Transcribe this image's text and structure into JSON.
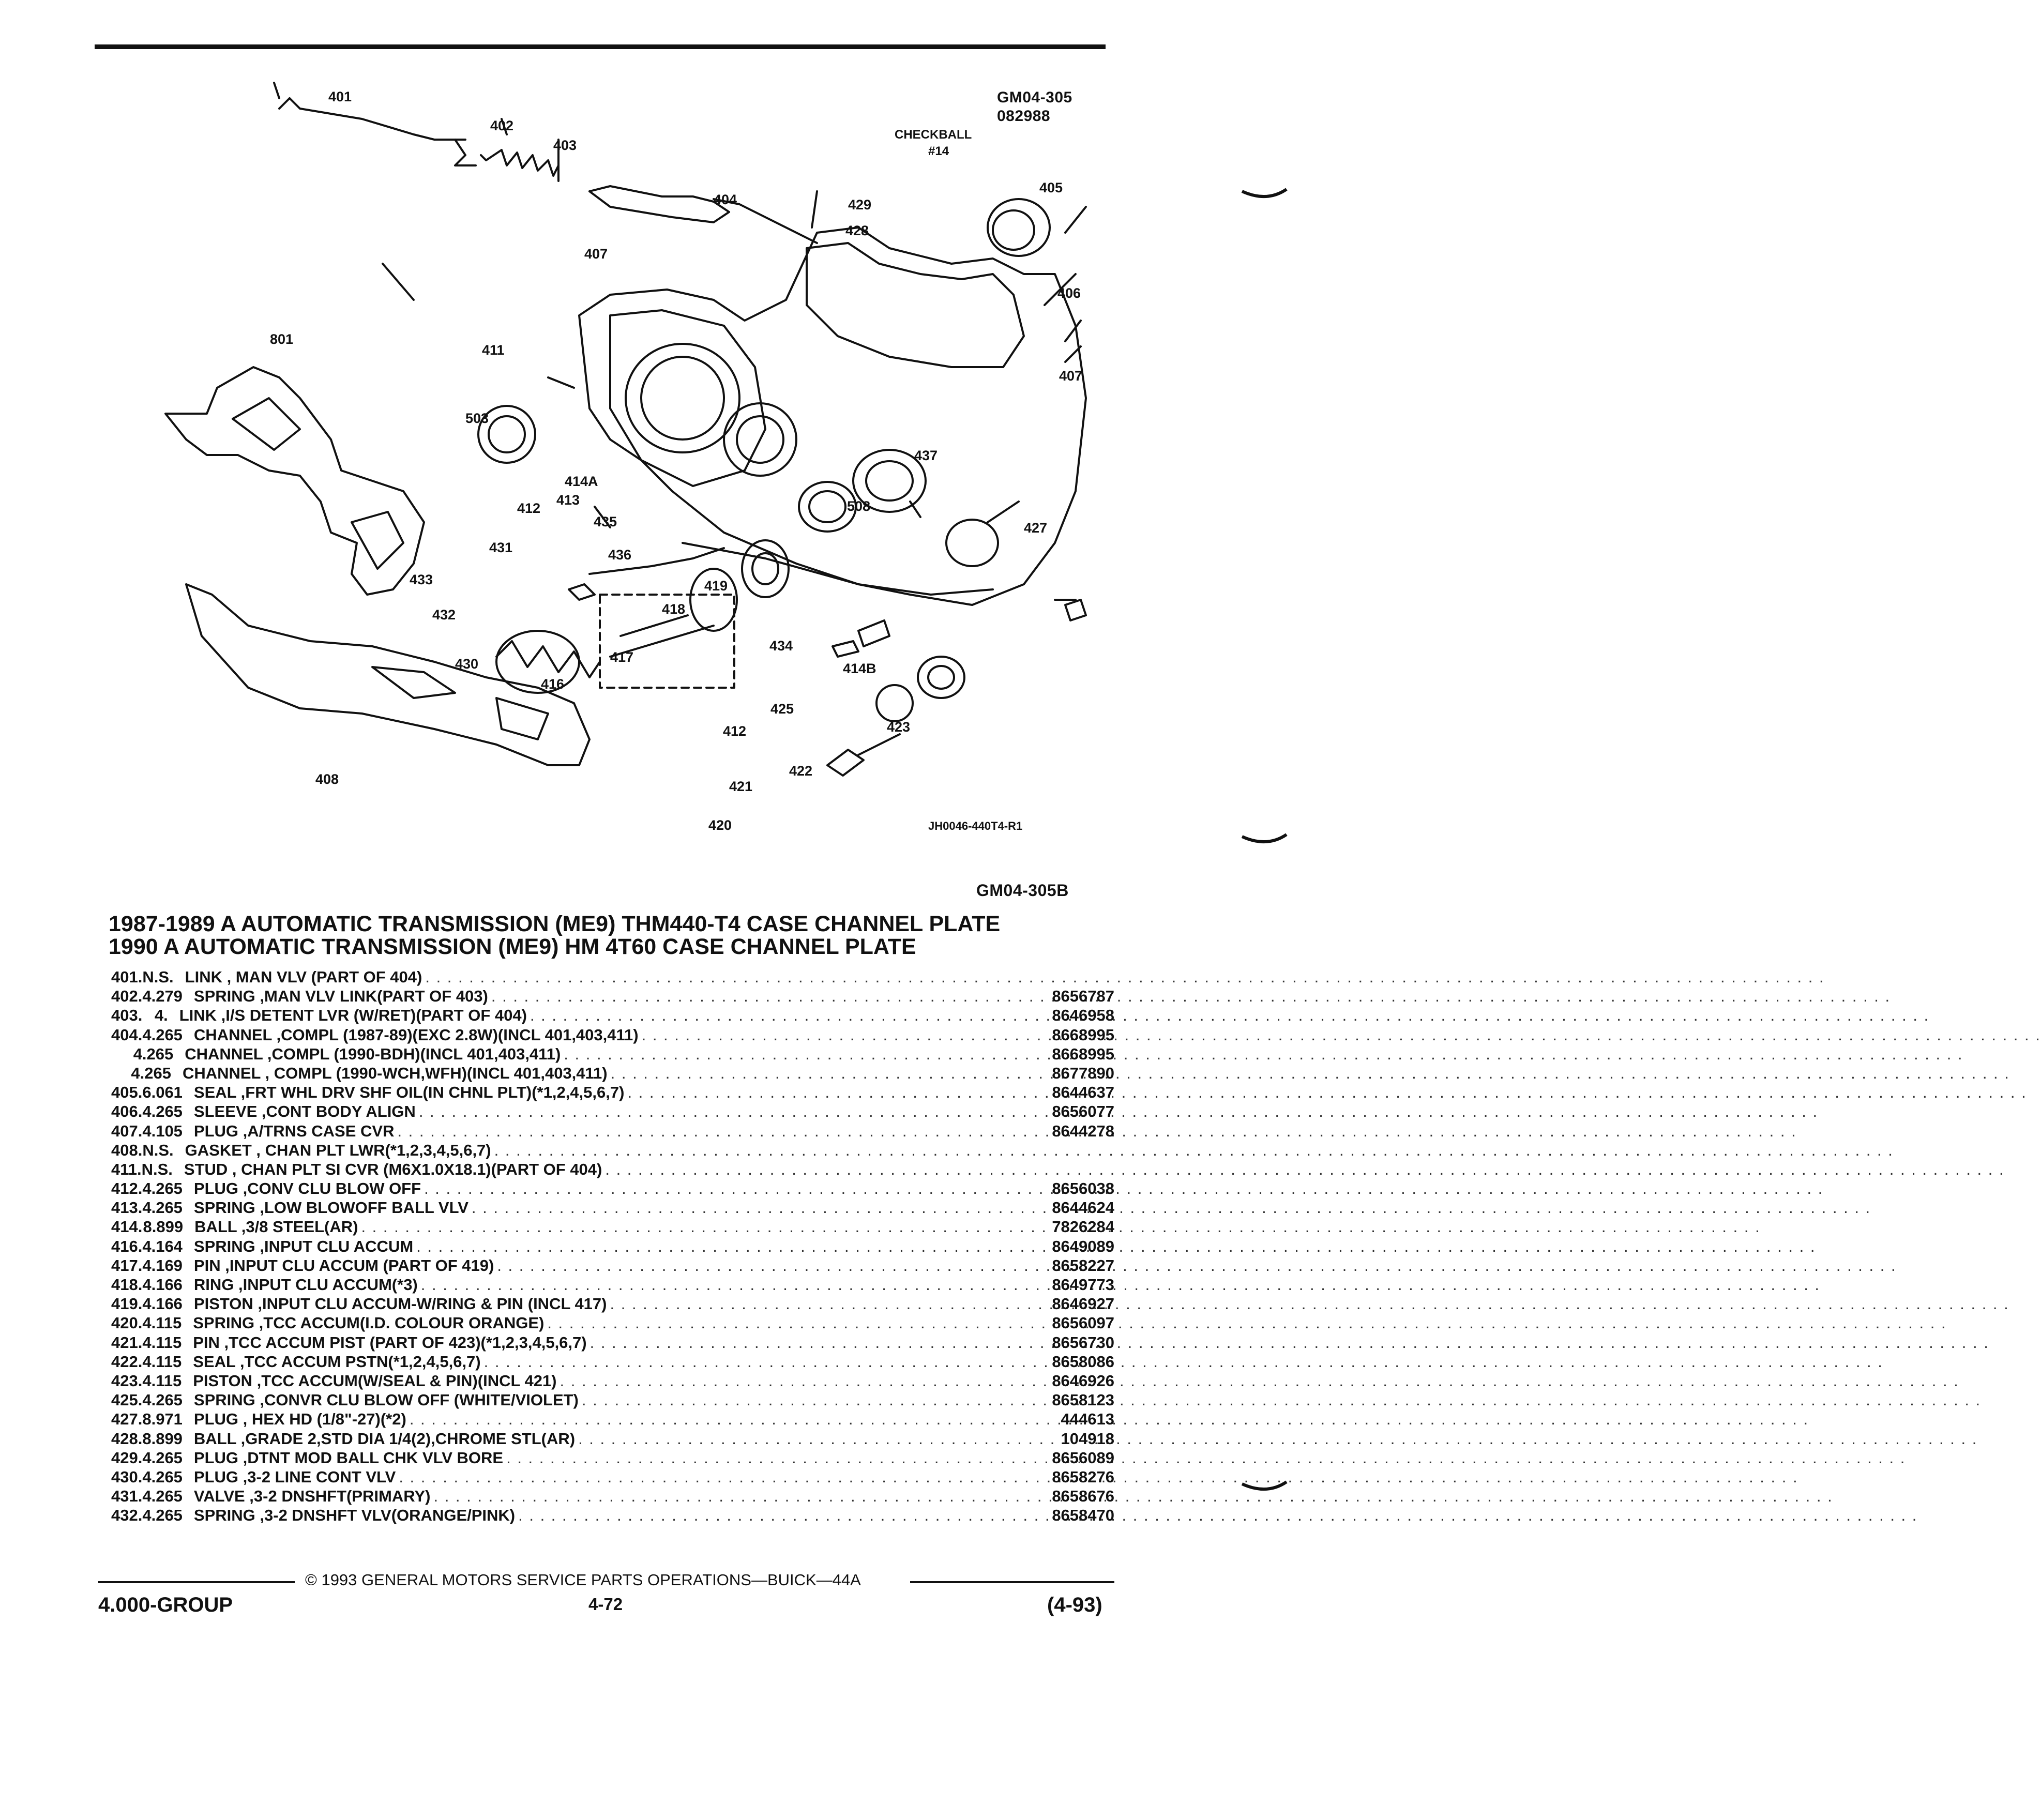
{
  "header": {
    "code": "GM04-305",
    "date_code": "082988"
  },
  "diagram": {
    "labels": {
      "l401": "401",
      "l402": "402",
      "l403": "403",
      "l404": "404",
      "l405": "405",
      "l406": "406",
      "l407a": "407",
      "l407b": "407",
      "l408": "408",
      "l411": "411",
      "l412a": "412",
      "l412b": "412",
      "l413": "413",
      "l414a": "414A",
      "l414b": "414B",
      "l416": "416",
      "l417": "417",
      "l418": "418",
      "l419": "419",
      "l420": "420",
      "l421": "421",
      "l422": "422",
      "l423": "423",
      "l425": "425",
      "l427": "427",
      "l428": "428",
      "l429": "429",
      "l430": "430",
      "l431": "431",
      "l432": "432",
      "l433": "433",
      "l434": "434",
      "l435": "435",
      "l436": "436",
      "l437": "437",
      "l503": "503",
      "l508": "508",
      "l801": "801",
      "checkball": "CHECKBALL",
      "checkball_num": "#14"
    },
    "ref": "JH0046-440T4-R1"
  },
  "section_code": "GM04-305B",
  "titles": [
    "1987-1989 A AUTOMATIC TRANSMISSION (ME9) THM440-T4 CASE CHANNEL PLATE",
    "1990 A AUTOMATIC TRANSMISSION (ME9) HM 4T60 CASE CHANNEL PLATE"
  ],
  "parts": [
    {
      "ref": "401.",
      "group": "N.S.",
      "desc": "LINK , MAN VLV (PART OF 404)",
      "part": ""
    },
    {
      "ref": "402.",
      "group": "4.279",
      "desc": "SPRING ,MAN VLV LINK(PART OF 403)",
      "part": "8656787"
    },
    {
      "ref": "403.",
      "group": "4.",
      "desc": "LINK ,I/S DETENT LVR (W/RET)(PART OF 404)",
      "part": "8646958"
    },
    {
      "ref": "404.",
      "group": "4.265",
      "desc": "CHANNEL ,COMPL (1987-89)(EXC 2.8W)(INCL 401,403,411)",
      "part": "8668995"
    },
    {
      "ref": "",
      "group": "4.265",
      "desc": "CHANNEL ,COMPL (1990-BDH)(INCL 401,403,411)",
      "part": "8668995"
    },
    {
      "ref": "",
      "group": "4.265",
      "desc": "CHANNEL , COMPL (1990-WCH,WFH)(INCL 401,403,411)",
      "part": "8677890"
    },
    {
      "ref": "405.",
      "group": "6.061",
      "desc": "SEAL ,FRT WHL DRV SHF OIL(IN CHNL PLT)(*1,2,4,5,6,7)",
      "part": "8644637"
    },
    {
      "ref": "406.",
      "group": "4.265",
      "desc": "SLEEVE ,CONT BODY ALIGN",
      "part": "8656077"
    },
    {
      "ref": "407.",
      "group": "4.105",
      "desc": "PLUG ,A/TRNS CASE CVR",
      "part": "8644278"
    },
    {
      "ref": "408.",
      "group": "N.S.",
      "desc": "GASKET , CHAN PLT LWR(*1,2,3,4,5,6,7)",
      "part": ""
    },
    {
      "ref": "411.",
      "group": "N.S.",
      "desc": "STUD , CHAN PLT SI CVR (M6X1.0X18.1)(PART OF 404)",
      "part": ""
    },
    {
      "ref": "412.",
      "group": "4.265",
      "desc": "PLUG ,CONV CLU BLOW OFF",
      "part": "8656038"
    },
    {
      "ref": "413.",
      "group": "4.265",
      "desc": "SPRING ,LOW BLOWOFF BALL VLV",
      "part": "8644624"
    },
    {
      "ref": "414.",
      "group": "8.899",
      "desc": "BALL ,3/8 STEEL(AR)",
      "part": "7826284"
    },
    {
      "ref": "416.",
      "group": "4.164",
      "desc": "SPRING ,INPUT CLU ACCUM",
      "part": "8649089"
    },
    {
      "ref": "417.",
      "group": "4.169",
      "desc": "PIN ,INPUT CLU ACCUM (PART OF 419)",
      "part": "8658227"
    },
    {
      "ref": "418.",
      "group": "4.166",
      "desc": "RING ,INPUT CLU ACCUM(*3)",
      "part": "8649773"
    },
    {
      "ref": "419.",
      "group": "4.166",
      "desc": "PISTON ,INPUT CLU ACCUM-W/RING & PIN (INCL 417)",
      "part": "8646927"
    },
    {
      "ref": "420.",
      "group": "4.115",
      "desc": "SPRING ,TCC ACCUM(I.D. COLOUR ORANGE)",
      "part": "8656097"
    },
    {
      "ref": "421.",
      "group": "4.115",
      "desc": "PIN ,TCC ACCUM PIST (PART OF 423)(*1,2,3,4,5,6,7)",
      "part": "8656730"
    },
    {
      "ref": "422.",
      "group": "4.115",
      "desc": "SEAL ,TCC ACCUM PSTN(*1,2,4,5,6,7)",
      "part": "8658086"
    },
    {
      "ref": "423.",
      "group": "4.115",
      "desc": "PISTON ,TCC ACCUM(W/SEAL & PIN)(INCL 421)",
      "part": "8646926"
    },
    {
      "ref": "425.",
      "group": "4.265",
      "desc": "SPRING ,CONVR CLU BLOW OFF (WHITE/VIOLET)",
      "part": "8658123"
    },
    {
      "ref": "427.",
      "group": "8.971",
      "desc": "PLUG , HEX HD (1/8\"-27)(*2)",
      "part": "444613"
    },
    {
      "ref": "428.",
      "group": "8.899",
      "desc": "BALL ,GRADE 2,STD DIA 1/4(2),CHROME STL(AR)",
      "part": "104918"
    },
    {
      "ref": "429.",
      "group": "4.265",
      "desc": "PLUG ,DTNT MOD BALL CHK VLV BORE",
      "part": "8656089"
    },
    {
      "ref": "430.",
      "group": "4.265",
      "desc": "PLUG ,3-2 LINE CONT VLV",
      "part": "8658276"
    },
    {
      "ref": "431.",
      "group": "4.265",
      "desc": "VALVE ,3-2 DNSHFT(PRIMARY)",
      "part": "8658676"
    },
    {
      "ref": "432.",
      "group": "4.265",
      "desc": "SPRING ,3-2 DNSHFT VLV(ORANGE/PINK)",
      "part": "8658470"
    }
  ],
  "footer": {
    "copyright": "© 1993 GENERAL MOTORS SERVICE PARTS OPERATIONS—BUICK—44A",
    "group": "4.000-GROUP",
    "page": "4-72",
    "date": "(4-93)"
  }
}
